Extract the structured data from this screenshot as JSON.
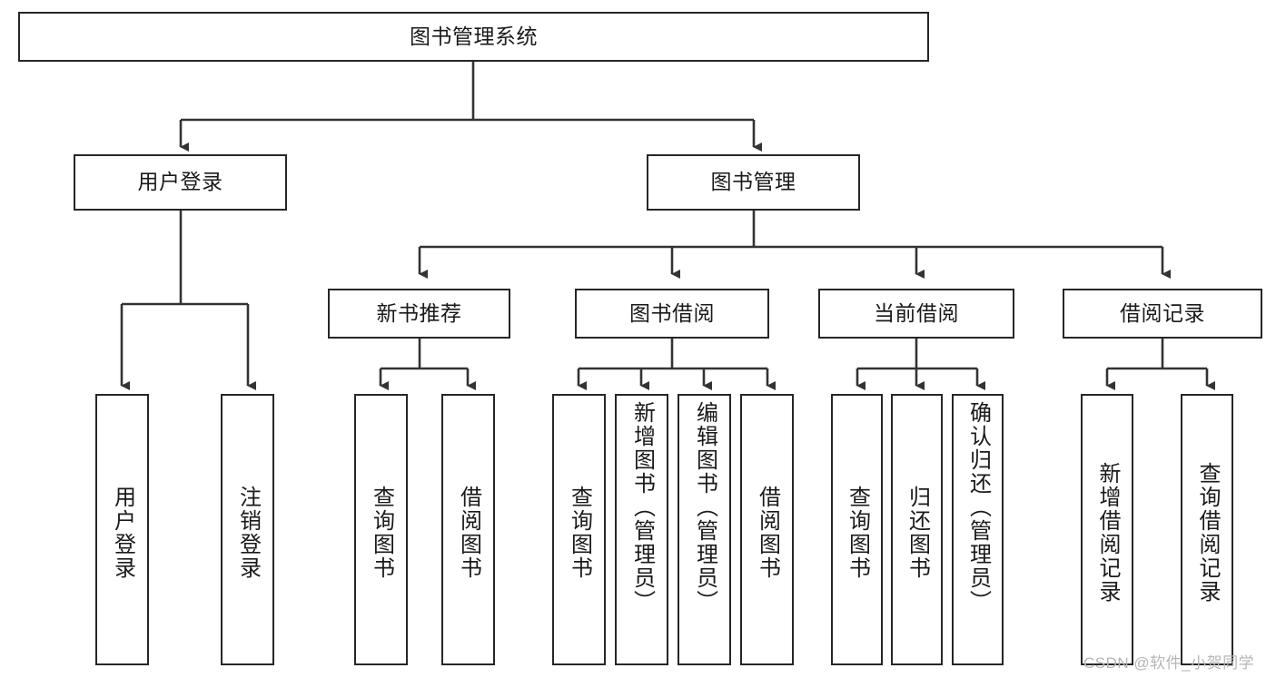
{
  "diagram": {
    "title_node": {
      "label": "图书管理系统"
    },
    "level2": [
      {
        "id": "user-login",
        "label": "用户登录"
      },
      {
        "id": "book-management",
        "label": "图书管理"
      }
    ],
    "level3": [
      {
        "id": "new-book-recommend",
        "label": "新书推荐"
      },
      {
        "id": "book-borrow",
        "label": "图书借阅"
      },
      {
        "id": "current-borrow",
        "label": "当前借阅"
      },
      {
        "id": "borrow-record",
        "label": "借阅记录"
      }
    ],
    "leaves": {
      "user_login": [
        {
          "id": "leaf-user-login",
          "label": "用户登录"
        },
        {
          "id": "leaf-logout-login",
          "label": "注销登录"
        }
      ],
      "new_book_recommend": [
        {
          "id": "leaf-query-book-1",
          "label": "查询图书"
        },
        {
          "id": "leaf-borrow-book-1",
          "label": "借阅图书"
        }
      ],
      "book_borrow": [
        {
          "id": "leaf-query-book-2",
          "label": "查询图书"
        },
        {
          "id": "leaf-add-book-admin",
          "label": "新增图书（管理员）"
        },
        {
          "id": "leaf-edit-book-admin",
          "label": "编辑图书（管理员）"
        },
        {
          "id": "leaf-borrow-book-2",
          "label": "借阅图书"
        }
      ],
      "current_borrow": [
        {
          "id": "leaf-query-book-3",
          "label": "查询图书"
        },
        {
          "id": "leaf-return-book",
          "label": "归还图书"
        },
        {
          "id": "leaf-confirm-return-admin",
          "label": "确认归还（管理员）"
        }
      ],
      "borrow_record": [
        {
          "id": "leaf-add-borrow-record",
          "label": "新增借阅记录"
        },
        {
          "id": "leaf-query-borrow-record",
          "label": "查询借阅记录"
        }
      ]
    }
  },
  "watermark": {
    "text": "CSDN @软件_小贺同学"
  },
  "colors": {
    "box_border": "#262626",
    "text": "#1a1a1a",
    "connector": "#333333",
    "background": "#ffffff",
    "watermark": "#b6b6b6"
  }
}
